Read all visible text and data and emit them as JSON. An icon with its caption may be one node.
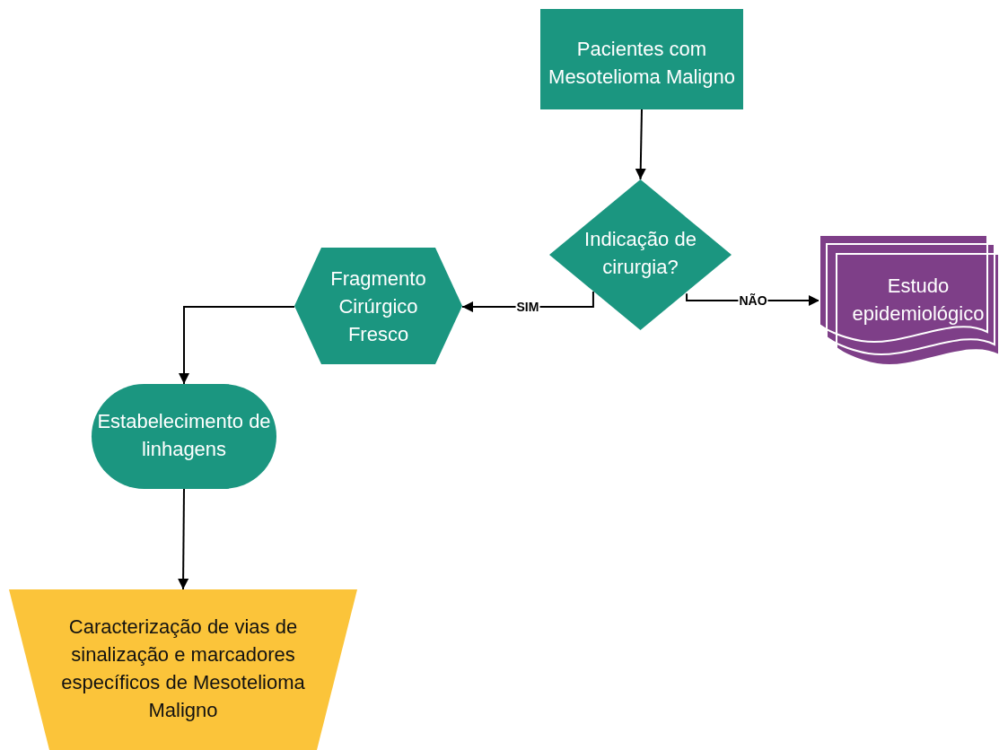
{
  "diagram": {
    "nodes": [
      {
        "text": [
          "Pacientes com Mesotelioma Maligno"
        ]
      },
      {
        "text": [
          "Indicação de cirurgia?"
        ]
      },
      {
        "text": [
          "Fragmento Cirúrgico Fresco"
        ]
      },
      {
        "text": [
          "Estudo epidemiológico"
        ]
      },
      {
        "text": [
          "Estabelecimento de linhagens"
        ]
      },
      {
        "text": [
          "Caracterização de vias de sinalização e marcadores específicos de Mesotelioma Maligno"
        ]
      }
    ],
    "edges": [
      {
        "from": 0,
        "to": 1,
        "arrow": "to"
      },
      {
        "from": 1,
        "to": 2,
        "arrow": "to",
        "label": "SIM"
      },
      {
        "from": 1,
        "to": 3,
        "arrow": "to",
        "label": "NÃO"
      },
      {
        "from": 2,
        "to": 4,
        "arrow": "to"
      },
      {
        "from": 4,
        "to": 5,
        "arrow": "to"
      }
    ]
  }
}
